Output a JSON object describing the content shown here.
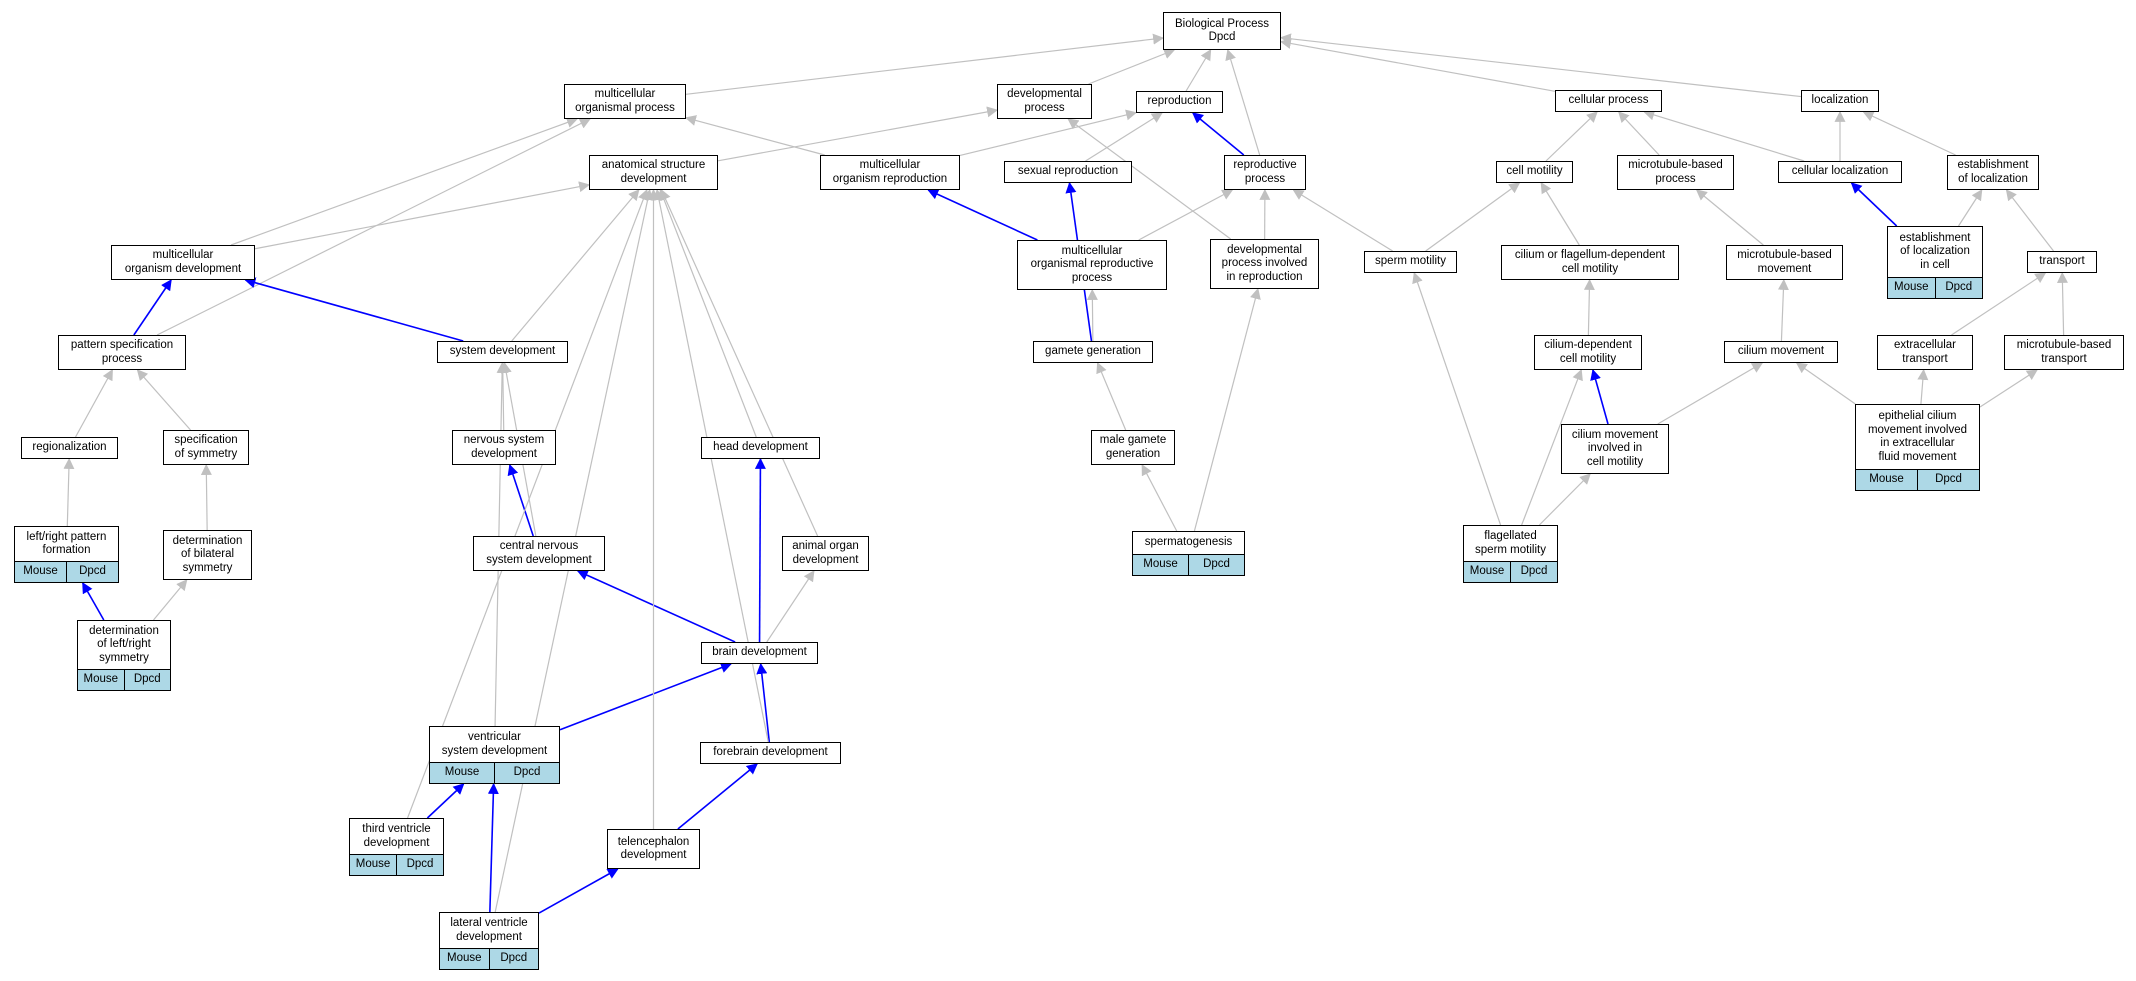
{
  "colors": {
    "gray_edge": "#c0c0c0",
    "blue_edge": "#0000ff",
    "annotation": "#add8e6"
  },
  "nodes": [
    {
      "id": "bp",
      "label": "Biological Process\nDpcd"
    },
    {
      "id": "multicellular_organismal_process",
      "label": "multicellular\norganismal process"
    },
    {
      "id": "developmental_process",
      "label": "developmental\nprocess"
    },
    {
      "id": "reproduction",
      "label": "reproduction"
    },
    {
      "id": "cellular_process",
      "label": "cellular process"
    },
    {
      "id": "localization",
      "label": "localization"
    },
    {
      "id": "anatomical_structure_development",
      "label": "anatomical structure\ndevelopment"
    },
    {
      "id": "multicellular_organism_reproduction",
      "label": "multicellular\norganism reproduction"
    },
    {
      "id": "sexual_reproduction",
      "label": "sexual reproduction"
    },
    {
      "id": "reproductive_process",
      "label": "reproductive\nprocess"
    },
    {
      "id": "cell_motility",
      "label": "cell motility"
    },
    {
      "id": "microtubule_based_process",
      "label": "microtubule-based\nprocess"
    },
    {
      "id": "cellular_localization",
      "label": "cellular localization"
    },
    {
      "id": "establishment_of_localization",
      "label": "establishment\nof localization"
    },
    {
      "id": "multicellular_organism_development",
      "label": "multicellular\norganism development"
    },
    {
      "id": "multicellular_organismal_reproductive_process",
      "label": "multicellular\norganismal reproductive\nprocess"
    },
    {
      "id": "developmental_process_involved_in_reproduction",
      "label": "developmental\nprocess involved\nin reproduction"
    },
    {
      "id": "sperm_motility",
      "label": "sperm motility"
    },
    {
      "id": "cilium_or_flagellum_dependent_cell_motility",
      "label": "cilium or flagellum-dependent\ncell motility"
    },
    {
      "id": "microtubule_based_movement",
      "label": "microtubule-based\nmovement"
    },
    {
      "id": "establishment_of_localization_in_cell",
      "label": "establishment\nof localization\nin cell",
      "mouse": "Mouse",
      "dpcd": "Dpcd"
    },
    {
      "id": "transport",
      "label": "transport"
    },
    {
      "id": "pattern_specification_process",
      "label": "pattern specification\nprocess"
    },
    {
      "id": "system_development",
      "label": "system development"
    },
    {
      "id": "gamete_generation",
      "label": "gamete generation"
    },
    {
      "id": "cilium_dependent_cell_motility",
      "label": "cilium-dependent\ncell motility"
    },
    {
      "id": "cilium_movement",
      "label": "cilium movement"
    },
    {
      "id": "extracellular_transport",
      "label": "extracellular\ntransport"
    },
    {
      "id": "microtubule_based_transport",
      "label": "microtubule-based\ntransport"
    },
    {
      "id": "regionalization",
      "label": "regionalization"
    },
    {
      "id": "specification_of_symmetry",
      "label": "specification\nof symmetry"
    },
    {
      "id": "nervous_system_development",
      "label": "nervous system\ndevelopment"
    },
    {
      "id": "head_development",
      "label": "head development"
    },
    {
      "id": "male_gamete_generation",
      "label": "male gamete\ngeneration"
    },
    {
      "id": "cilium_movement_involved_in_cell_motility",
      "label": "cilium movement\ninvolved in\ncell motility"
    },
    {
      "id": "epithelial_cilium_movement",
      "label": "epithelial cilium\nmovement involved\nin extracellular\nfluid movement",
      "mouse": "Mouse",
      "dpcd": "Dpcd"
    },
    {
      "id": "left_right_pattern_formation",
      "label": "left/right pattern\nformation",
      "mouse": "Mouse",
      "dpcd": "Dpcd"
    },
    {
      "id": "determination_of_bilateral_symmetry",
      "label": "determination\nof bilateral\nsymmetry"
    },
    {
      "id": "central_nervous_system_development",
      "label": "central nervous\nsystem development"
    },
    {
      "id": "animal_organ_development",
      "label": "animal organ\ndevelopment"
    },
    {
      "id": "spermatogenesis",
      "label": "spermatogenesis",
      "mouse": "Mouse",
      "dpcd": "Dpcd"
    },
    {
      "id": "flagellated_sperm_motility",
      "label": "flagellated\nsperm motility",
      "mouse": "Mouse",
      "dpcd": "Dpcd"
    },
    {
      "id": "determination_of_left_right_symmetry",
      "label": "determination\nof left/right\nsymmetry",
      "mouse": "Mouse",
      "dpcd": "Dpcd"
    },
    {
      "id": "brain_development",
      "label": "brain development"
    },
    {
      "id": "forebrain_development",
      "label": "forebrain development"
    },
    {
      "id": "ventricular_system_development",
      "label": "ventricular\nsystem development",
      "mouse": "Mouse",
      "dpcd": "Dpcd"
    },
    {
      "id": "third_ventricle_development",
      "label": "third ventricle\ndevelopment",
      "mouse": "Mouse",
      "dpcd": "Dpcd"
    },
    {
      "id": "telencephalon_development",
      "label": "telencephalon\ndevelopment"
    },
    {
      "id": "lateral_ventricle_development",
      "label": "lateral ventricle\ndevelopment",
      "mouse": "Mouse",
      "dpcd": "Dpcd"
    }
  ],
  "edges": [
    {
      "from": "multicellular_organismal_process",
      "to": "bp",
      "kind": "gray"
    },
    {
      "from": "developmental_process",
      "to": "bp",
      "kind": "gray"
    },
    {
      "from": "reproduction",
      "to": "bp",
      "kind": "gray"
    },
    {
      "from": "reproductive_process",
      "to": "bp",
      "kind": "gray"
    },
    {
      "from": "cellular_process",
      "to": "bp",
      "kind": "gray"
    },
    {
      "from": "localization",
      "to": "bp",
      "kind": "gray"
    },
    {
      "from": "anatomical_structure_development",
      "to": "developmental_process",
      "kind": "gray"
    },
    {
      "from": "multicellular_organism_reproduction",
      "to": "multicellular_organismal_process",
      "kind": "gray"
    },
    {
      "from": "multicellular_organism_reproduction",
      "to": "reproduction",
      "kind": "gray"
    },
    {
      "from": "sexual_reproduction",
      "to": "reproduction",
      "kind": "gray"
    },
    {
      "from": "reproductive_process",
      "to": "reproduction",
      "kind": "blue"
    },
    {
      "from": "cell_motility",
      "to": "cellular_process",
      "kind": "gray"
    },
    {
      "from": "microtubule_based_process",
      "to": "cellular_process",
      "kind": "gray"
    },
    {
      "from": "cellular_localization",
      "to": "cellular_process",
      "kind": "gray"
    },
    {
      "from": "cellular_localization",
      "to": "localization",
      "kind": "gray"
    },
    {
      "from": "establishment_of_localization",
      "to": "localization",
      "kind": "gray"
    },
    {
      "from": "multicellular_organism_development",
      "to": "multicellular_organismal_process",
      "kind": "gray"
    },
    {
      "from": "multicellular_organism_development",
      "to": "anatomical_structure_development",
      "kind": "gray"
    },
    {
      "from": "pattern_specification_process",
      "to": "multicellular_organism_development",
      "kind": "blue"
    },
    {
      "from": "pattern_specification_process",
      "to": "multicellular_organismal_process",
      "kind": "gray"
    },
    {
      "from": "multicellular_organismal_reproductive_process",
      "to": "multicellular_organism_reproduction",
      "kind": "blue"
    },
    {
      "from": "multicellular_organismal_reproductive_process",
      "to": "reproductive_process",
      "kind": "gray"
    },
    {
      "from": "developmental_process_involved_in_reproduction",
      "to": "developmental_process",
      "kind": "gray"
    },
    {
      "from": "developmental_process_involved_in_reproduction",
      "to": "reproductive_process",
      "kind": "gray"
    },
    {
      "from": "sperm_motility",
      "to": "reproductive_process",
      "kind": "gray"
    },
    {
      "from": "sperm_motility",
      "to": "cell_motility",
      "kind": "gray"
    },
    {
      "from": "cilium_or_flagellum_dependent_cell_motility",
      "to": "cell_motility",
      "kind": "gray"
    },
    {
      "from": "microtubule_based_movement",
      "to": "microtubule_based_process",
      "kind": "gray"
    },
    {
      "from": "establishment_of_localization_in_cell",
      "to": "cellular_localization",
      "kind": "blue"
    },
    {
      "from": "establishment_of_localization_in_cell",
      "to": "establishment_of_localization",
      "kind": "gray"
    },
    {
      "from": "transport",
      "to": "establishment_of_localization",
      "kind": "gray"
    },
    {
      "from": "system_development",
      "to": "multicellular_organism_development",
      "kind": "blue"
    },
    {
      "from": "system_development",
      "to": "anatomical_structure_development",
      "kind": "gray"
    },
    {
      "from": "gamete_generation",
      "to": "sexual_reproduction",
      "kind": "blue"
    },
    {
      "from": "gamete_generation",
      "to": "multicellular_organismal_reproductive_process",
      "kind": "gray"
    },
    {
      "from": "cilium_dependent_cell_motility",
      "to": "cilium_or_flagellum_dependent_cell_motility",
      "kind": "gray"
    },
    {
      "from": "cilium_movement",
      "to": "microtubule_based_movement",
      "kind": "gray"
    },
    {
      "from": "extracellular_transport",
      "to": "transport",
      "kind": "gray"
    },
    {
      "from": "microtubule_based_transport",
      "to": "transport",
      "kind": "gray"
    },
    {
      "from": "regionalization",
      "to": "pattern_specification_process",
      "kind": "gray"
    },
    {
      "from": "specification_of_symmetry",
      "to": "pattern_specification_process",
      "kind": "gray"
    },
    {
      "from": "nervous_system_development",
      "to": "system_development",
      "kind": "gray"
    },
    {
      "from": "head_development",
      "to": "anatomical_structure_development",
      "kind": "gray"
    },
    {
      "from": "male_gamete_generation",
      "to": "gamete_generation",
      "kind": "gray"
    },
    {
      "from": "cilium_movement_involved_in_cell_motility",
      "to": "cilium_dependent_cell_motility",
      "kind": "blue"
    },
    {
      "from": "cilium_movement_involved_in_cell_motility",
      "to": "cilium_movement",
      "kind": "gray"
    },
    {
      "from": "epithelial_cilium_movement",
      "to": "cilium_movement",
      "kind": "gray"
    },
    {
      "from": "epithelial_cilium_movement",
      "to": "extracellular_transport",
      "kind": "gray"
    },
    {
      "from": "epithelial_cilium_movement",
      "to": "microtubule_based_transport",
      "kind": "gray"
    },
    {
      "from": "left_right_pattern_formation",
      "to": "regionalization",
      "kind": "gray"
    },
    {
      "from": "determination_of_bilateral_symmetry",
      "to": "specification_of_symmetry",
      "kind": "gray"
    },
    {
      "from": "central_nervous_system_development",
      "to": "nervous_system_development",
      "kind": "blue"
    },
    {
      "from": "central_nervous_system_development",
      "to": "system_development",
      "kind": "gray"
    },
    {
      "from": "animal_organ_development",
      "to": "anatomical_structure_development",
      "kind": "gray"
    },
    {
      "from": "spermatogenesis",
      "to": "male_gamete_generation",
      "kind": "gray"
    },
    {
      "from": "spermatogenesis",
      "to": "developmental_process_involved_in_reproduction",
      "kind": "gray"
    },
    {
      "from": "flagellated_sperm_motility",
      "to": "sperm_motility",
      "kind": "gray"
    },
    {
      "from": "flagellated_sperm_motility",
      "to": "cilium_dependent_cell_motility",
      "kind": "gray"
    },
    {
      "from": "flagellated_sperm_motility",
      "to": "cilium_movement_involved_in_cell_motility",
      "kind": "gray"
    },
    {
      "from": "determination_of_left_right_symmetry",
      "to": "left_right_pattern_formation",
      "kind": "blue"
    },
    {
      "from": "determination_of_left_right_symmetry",
      "to": "determination_of_bilateral_symmetry",
      "kind": "gray"
    },
    {
      "from": "brain_development",
      "to": "central_nervous_system_development",
      "kind": "blue"
    },
    {
      "from": "brain_development",
      "to": "head_development",
      "kind": "blue"
    },
    {
      "from": "brain_development",
      "to": "animal_organ_development",
      "kind": "gray"
    },
    {
      "from": "forebrain_development",
      "to": "brain_development",
      "kind": "blue"
    },
    {
      "from": "forebrain_development",
      "to": "anatomical_structure_development",
      "kind": "gray"
    },
    {
      "from": "ventricular_system_development",
      "to": "brain_development",
      "kind": "blue"
    },
    {
      "from": "ventricular_system_development",
      "to": "system_development",
      "kind": "gray"
    },
    {
      "from": "third_ventricle_development",
      "to": "ventricular_system_development",
      "kind": "blue"
    },
    {
      "from": "third_ventricle_development",
      "to": "anatomical_structure_development",
      "kind": "gray"
    },
    {
      "from": "telencephalon_development",
      "to": "forebrain_development",
      "kind": "blue"
    },
    {
      "from": "telencephalon_development",
      "to": "anatomical_structure_development",
      "kind": "gray"
    },
    {
      "from": "lateral_ventricle_development",
      "to": "ventricular_system_development",
      "kind": "blue"
    },
    {
      "from": "lateral_ventricle_development",
      "to": "telencephalon_development",
      "kind": "blue"
    },
    {
      "from": "lateral_ventricle_development",
      "to": "anatomical_structure_development",
      "kind": "gray"
    }
  ]
}
